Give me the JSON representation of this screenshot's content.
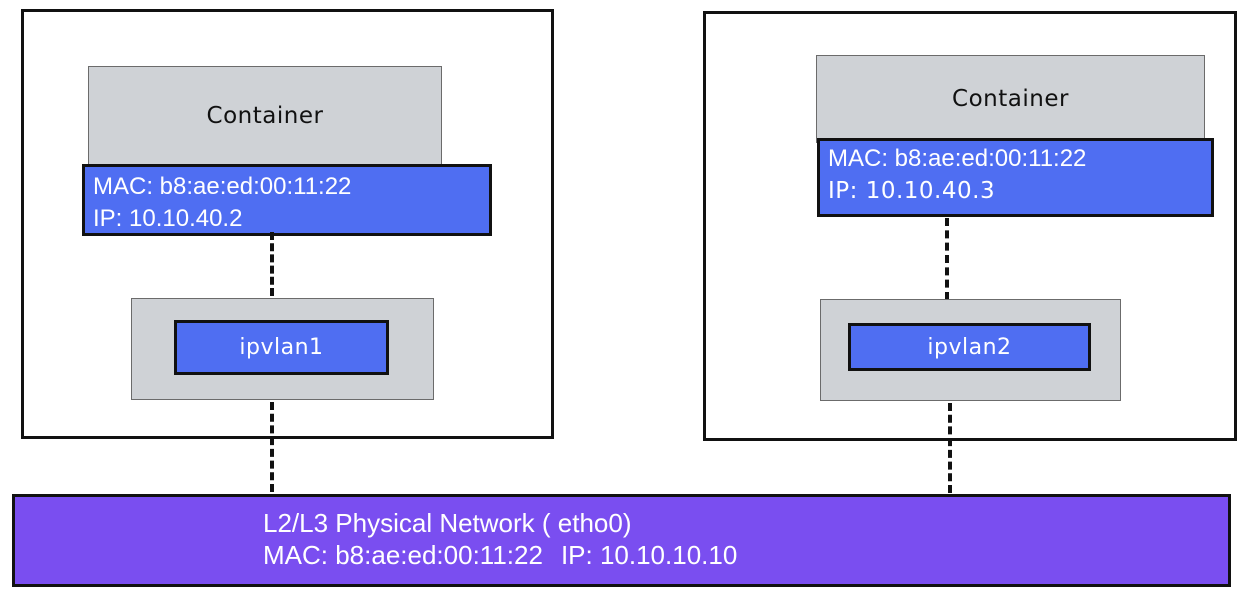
{
  "hosts": [
    {
      "container_label": "Container",
      "mac": "MAC: b8:ae:ed:00:11:22",
      "ip": "IP: 10.10.40.2",
      "vlan_label": "ipvlan1"
    },
    {
      "container_label": "Container",
      "mac": "MAC: b8:ae:ed:00:11:22",
      "ip": "IP: 10.10.40.3",
      "vlan_label": "ipvlan2"
    }
  ],
  "network": {
    "title": "L2/L3 Physical Network ( etho0)",
    "mac": "MAC: b8:ae:ed:00:11:22",
    "ip": "IP: 10.10.10.10"
  },
  "colors": {
    "interface_blue": "#4f6ef2",
    "network_purple": "#7a4ef0",
    "container_gray": "#cfd2d6"
  }
}
